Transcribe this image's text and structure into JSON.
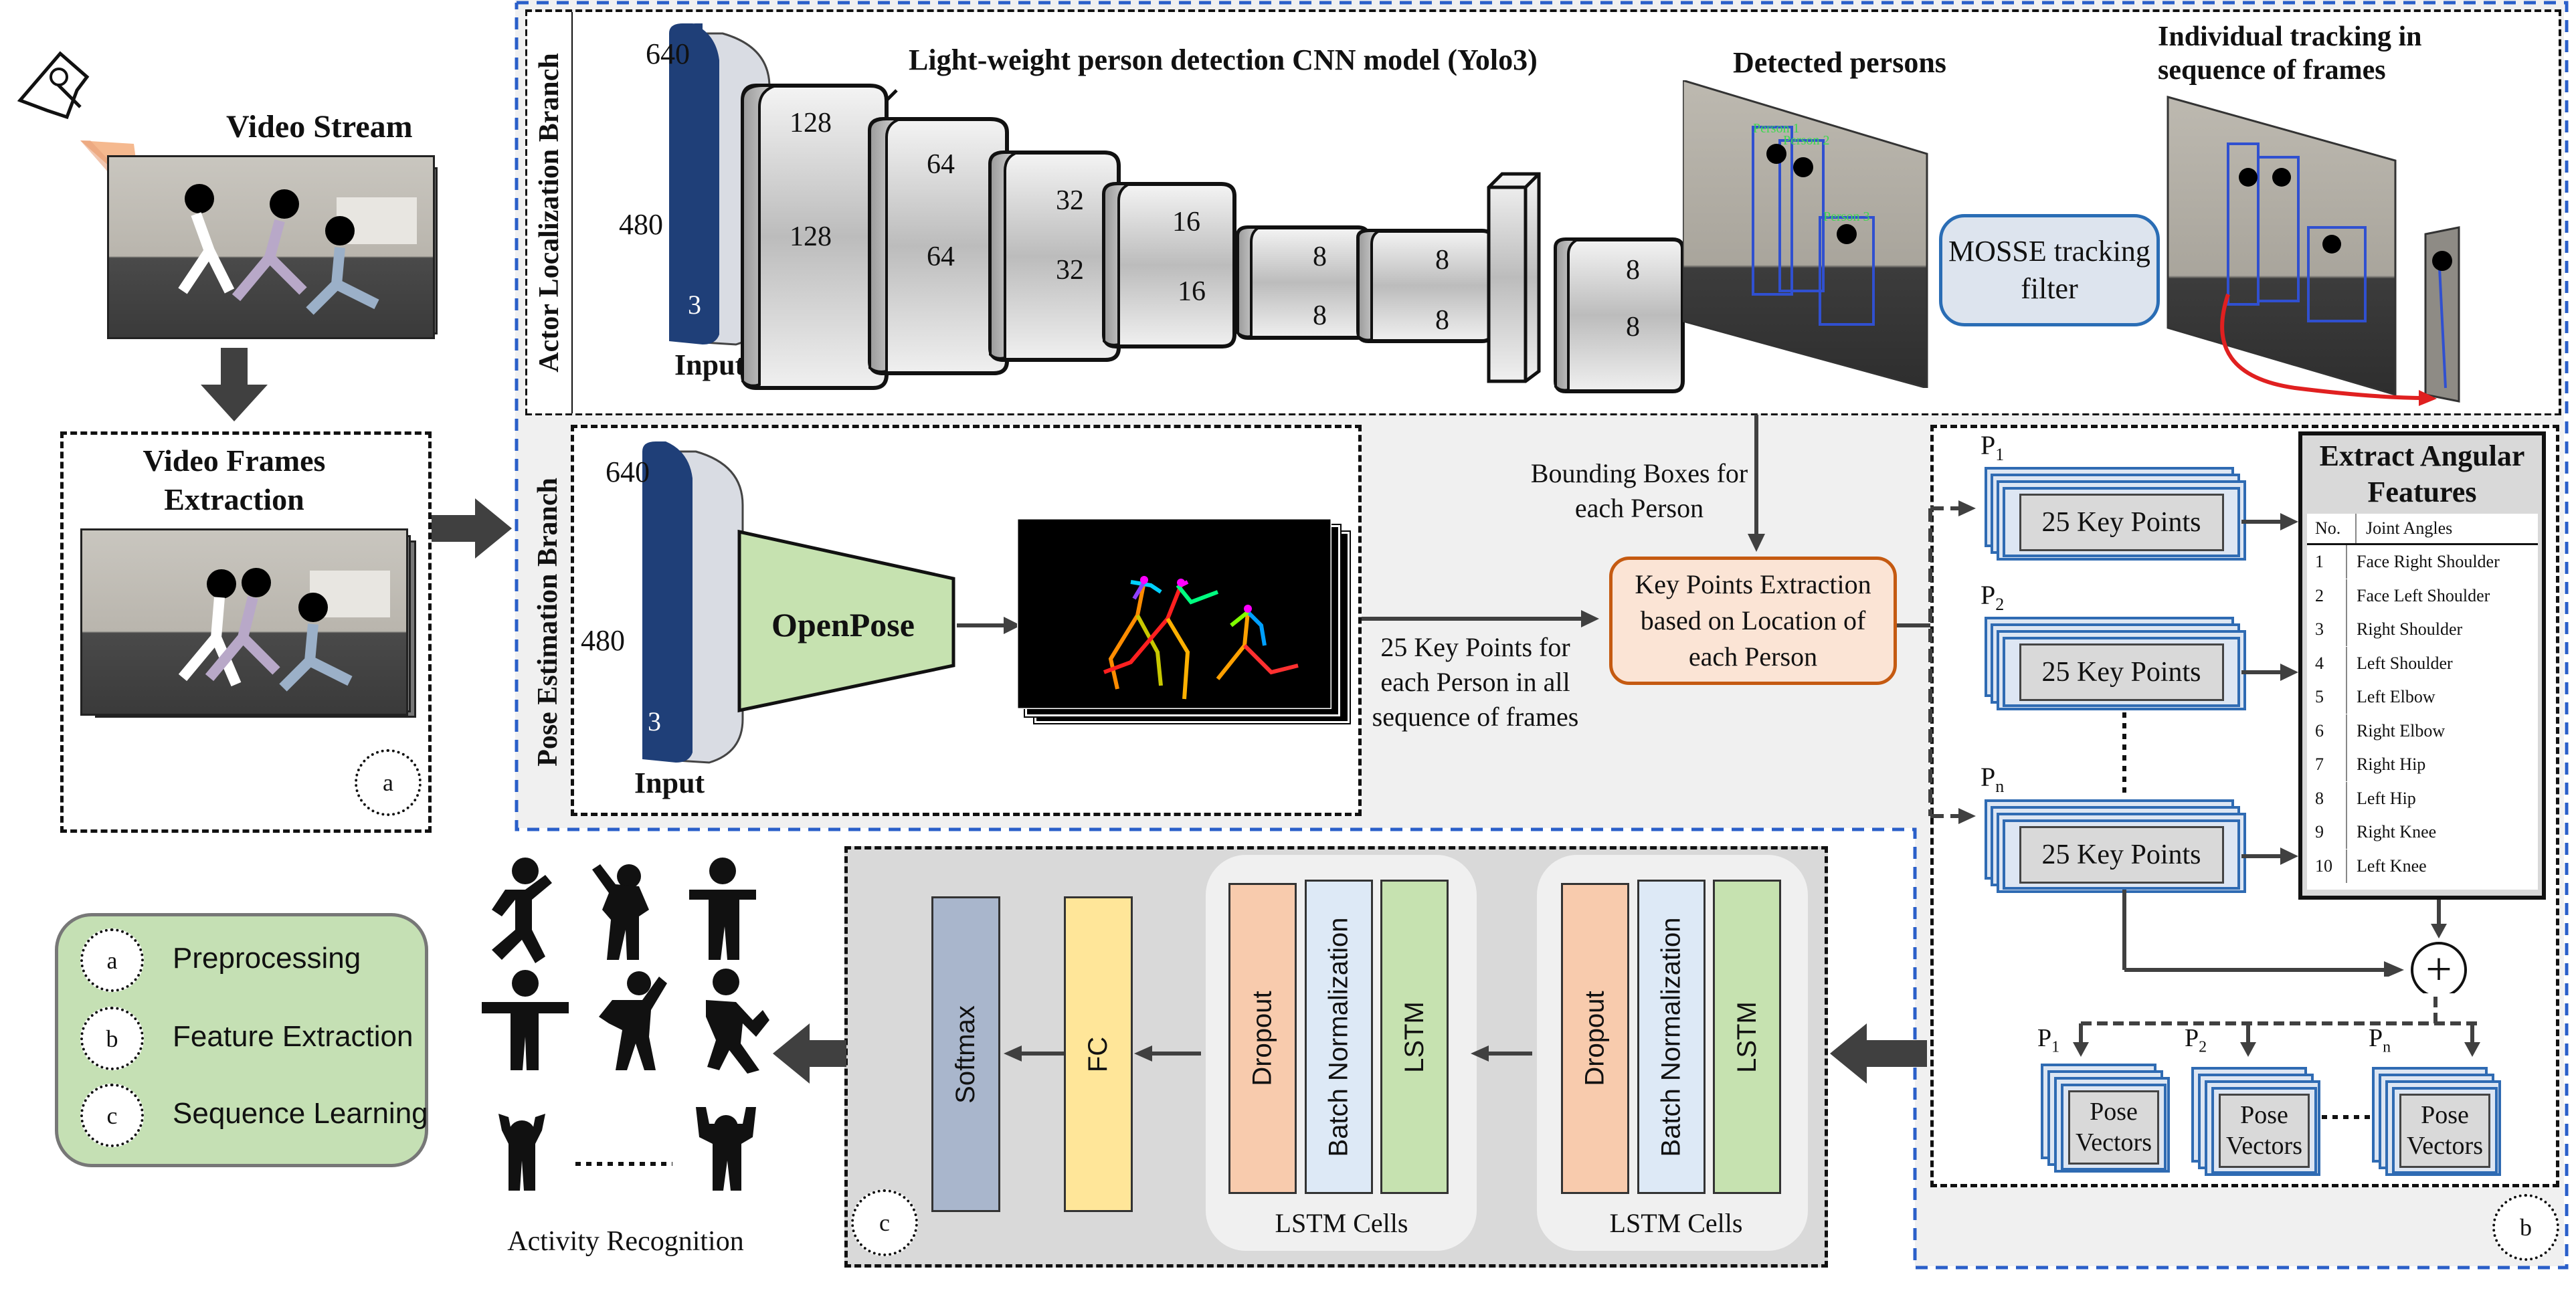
{
  "input_section": {
    "video_stream_title": "Video Stream",
    "frames_extraction_title": "Video Frames Extraction",
    "marker_a": "a"
  },
  "actor_branch": {
    "branch_label": "Actor Localization Branch",
    "cnn_title": "Light-weight person detection CNN model (Yolo3)",
    "input_dims": {
      "width": "640",
      "height": "480",
      "channels": "3"
    },
    "input_label": "Input",
    "layers": [
      {
        "a": "128",
        "b": "128"
      },
      {
        "a": "64",
        "b": "64"
      },
      {
        "a": "32",
        "b": "32"
      },
      {
        "a": "16",
        "b": "16"
      },
      {
        "a": "8",
        "b": "8"
      },
      {
        "a": "8",
        "b": "8"
      },
      {
        "a": "",
        "b": ""
      },
      {
        "a": "8",
        "b": "8"
      }
    ],
    "detected_title": "Detected persons",
    "detected_tags": [
      "Person 1",
      "Person 2",
      "Person 3"
    ],
    "mosse_label": "MOSSE tracking filter",
    "tracking_title": "Individual tracking in sequence of frames"
  },
  "pose_branch": {
    "branch_label": "Pose Estimation Branch",
    "input_dims": {
      "width": "640",
      "height": "480",
      "channels": "3"
    },
    "input_label": "Input",
    "openpose_label": "OpenPose",
    "keypoints_caption": "25 Key Points for each Person in all sequence of frames",
    "bbox_caption": "Bounding Boxes for each Person",
    "extraction_box": "Key Points Extraction based on Location of each Person"
  },
  "feature_section": {
    "persons": [
      {
        "label": "P",
        "sub": "1",
        "text": "25 Key Points"
      },
      {
        "label": "P",
        "sub": "2",
        "text": "25 Key Points"
      },
      {
        "label": "P",
        "sub": "n",
        "text": "25 Key Points"
      }
    ],
    "angular_title": "Extract Angular Features",
    "table_headers": [
      "No.",
      "Joint Angles"
    ],
    "table_rows": [
      [
        "1",
        "Face Right Shoulder"
      ],
      [
        "2",
        "Face Left Shoulder"
      ],
      [
        "3",
        "Right Shoulder"
      ],
      [
        "4",
        "Left Shoulder"
      ],
      [
        "5",
        "Left Elbow"
      ],
      [
        "6",
        "Right Elbow"
      ],
      [
        "7",
        "Right Hip"
      ],
      [
        "8",
        "Left Hip"
      ],
      [
        "9",
        "Right Knee"
      ],
      [
        "10",
        "Left Knee"
      ]
    ],
    "plus_symbol": "+",
    "pose_vectors": [
      {
        "label": "P",
        "sub": "1",
        "text": "Pose Vectors"
      },
      {
        "label": "P",
        "sub": "2",
        "text": "Pose Vectors"
      },
      {
        "label": "P",
        "sub": "n",
        "text": "Pose Vectors"
      }
    ],
    "marker_b": "b"
  },
  "sequence_section": {
    "softmax": "Softmax",
    "fc": "FC",
    "cell_layers": [
      "Dropout",
      "Batch Normalization",
      "LSTM"
    ],
    "cell_caption": "LSTM Cells",
    "marker_c": "c"
  },
  "output": {
    "activity_label": "Activity Recognition"
  },
  "legend": {
    "items": [
      {
        "marker": "a",
        "text": "Preprocessing"
      },
      {
        "marker": "b",
        "text": "Feature Extraction"
      },
      {
        "marker": "c",
        "text": "Sequence Learning"
      }
    ]
  },
  "colors": {
    "blue_dark": "#1f3f78",
    "box_blue": "#2a5fc9",
    "openpose_green": "#c6e2b0",
    "legend_green": "#c5e0b4",
    "extraction_fill": "#fbe4d5",
    "extraction_border": "#c55a11",
    "mosse_fill": "#dde4ee",
    "softmax_fill": "#a9b6cc",
    "fc_fill": "#ffe699",
    "dropout_fill": "#f8cbad",
    "bn_fill": "#dde9f6",
    "lstm_fill": "#c6e2b0",
    "panel_grey": "#d9d9d9",
    "region_grey": "#f0f0f0"
  }
}
